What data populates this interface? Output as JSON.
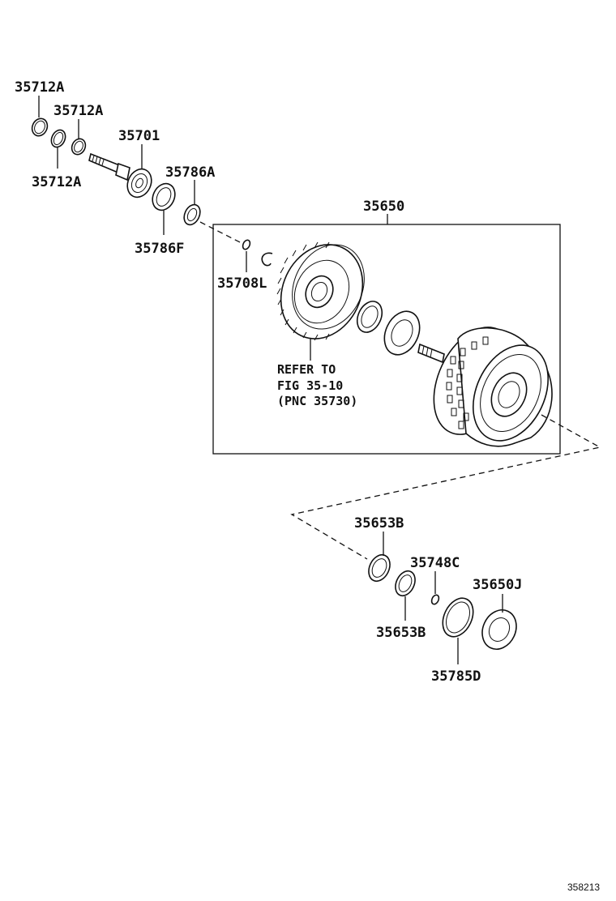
{
  "labels": {
    "p35712a_top": "35712A",
    "p35712a_mid": "35712A",
    "p35712a_bot": "35712A",
    "p35701": "35701",
    "p35786a": "35786A",
    "p35786f": "35786F",
    "p35650": "35650",
    "p35708l": "35708L",
    "p35653b_top": "35653B",
    "p35748c": "35748C",
    "p35650j": "35650J",
    "p35653b_bot": "35653B",
    "p35785d": "35785D"
  },
  "refer_note": {
    "line1": "REFER TO",
    "line2": "FIG 35-10",
    "line3": "(PNC 35730)"
  },
  "figure_number": "358213"
}
